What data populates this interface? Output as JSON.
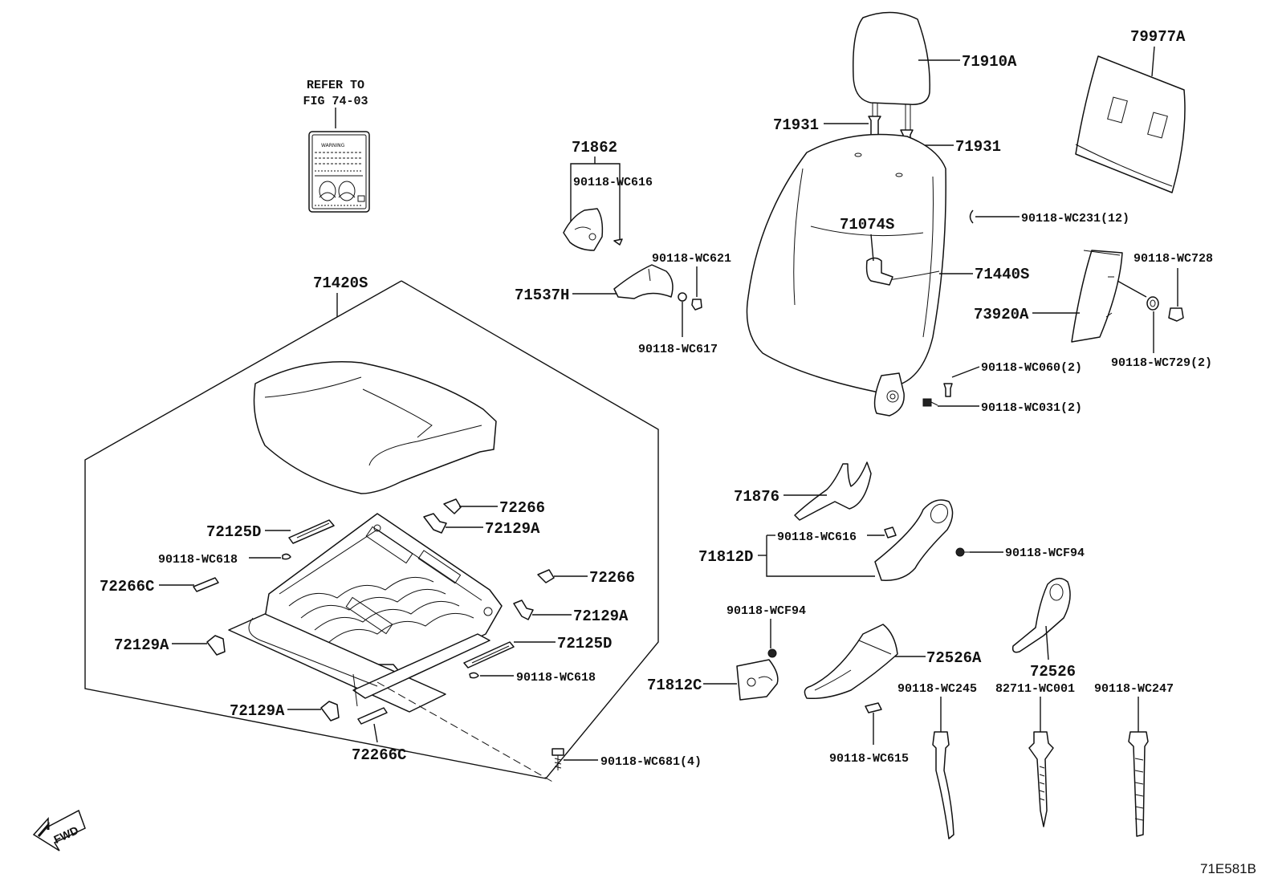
{
  "refer_note": {
    "line1": "REFER TO",
    "line2": "FIG 74-03"
  },
  "warning_label_text": "WARNING",
  "fwd_text": "FWD",
  "figure_code": "71E581B",
  "parts": {
    "p79977A": "79977A",
    "p71910A": "71910A",
    "p71931_left": "71931",
    "p71931_right": "71931",
    "p71862": "71862",
    "p90118_WC616_top": "90118-WC616",
    "p90118_WC231": "90118-WC231(12)",
    "p71074S": "71074S",
    "p71440S": "71440S",
    "p90118_WC621": "90118-WC621",
    "p71537H": "71537H",
    "p90118_WC617": "90118-WC617",
    "p90118_WC728": "90118-WC728",
    "p73920A": "73920A",
    "p90118_WC729": "90118-WC729(2)",
    "p90118_WC060": "90118-WC060(2)",
    "p90118_WC031": "90118-WC031(2)",
    "p71420S": "71420S",
    "p72266_a": "72266",
    "p72129A_a": "72129A",
    "p72125D_a": "72125D",
    "p90118_WC618_a": "90118-WC618",
    "p72266C_a": "72266C",
    "p72266_b": "72266",
    "p72129A_b": "72129A",
    "p72129A_c": "72129A",
    "p72125D_b": "72125D",
    "p90118_WC618_b": "90118-WC618",
    "p72129A_d": "72129A",
    "p72266C_b": "72266C",
    "p90118_WC681": "90118-WC681(4)",
    "p71876": "71876",
    "p90118_WC616_mid": "90118-WC616",
    "p71812D": "71812D",
    "p90118_WCF94_right": "90118-WCF94",
    "p90118_WCF94_left": "90118-WCF94",
    "p72526A": "72526A",
    "p71812C": "71812C",
    "p72526": "72526",
    "p90118_WC245": "90118-WC245",
    "p82711_WC001": "82711-WC001",
    "p90118_WC247": "90118-WC247",
    "p90118_WC615": "90118-WC615"
  }
}
